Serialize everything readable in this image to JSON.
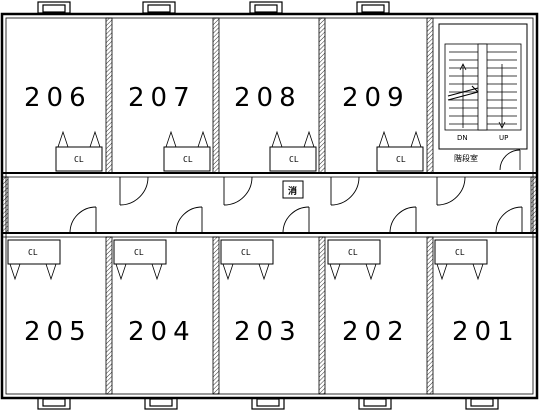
{
  "floor_plan": {
    "top_rooms": [
      "206",
      "207",
      "208",
      "209"
    ],
    "bottom_rooms": [
      "205",
      "204",
      "203",
      "202",
      "201"
    ],
    "closet_label": "CL",
    "stair": {
      "room_label": "階段室",
      "down_label": "DN",
      "up_label": "UP"
    },
    "extinguisher_label": "消"
  }
}
